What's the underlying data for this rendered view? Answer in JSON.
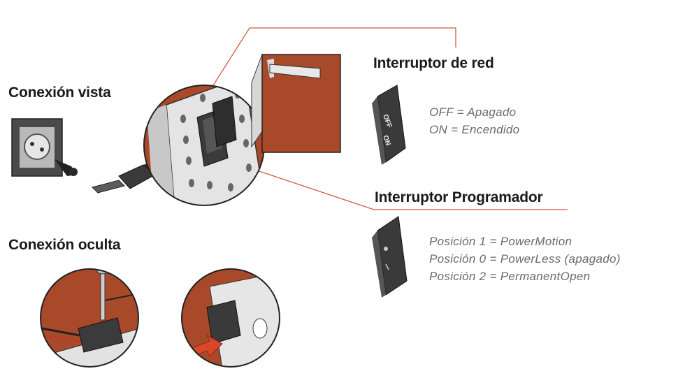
{
  "labels": {
    "visible_connection": "Conexión vista",
    "hidden_connection": "Conexión oculta",
    "network_switch_title": "Interruptor de red",
    "program_switch_title": "Interruptor Programador"
  },
  "network_switch": {
    "off_marking": "OFF",
    "on_marking": "ON",
    "legend": [
      "OFF = Apagado",
      "ON = Encendido"
    ]
  },
  "program_switch": {
    "legend": [
      "Posición 1 = PowerMotion",
      "Posición 0 = PowerLess (apagado)",
      "Posición 2 = PermanentOpen"
    ]
  },
  "colors": {
    "brick": "#a8492a",
    "callout_line": "#d05a3c",
    "switch_dark": "#3a3a3a",
    "text_dark": "#1a1a1a",
    "text_grey": "#6a6a6a"
  }
}
